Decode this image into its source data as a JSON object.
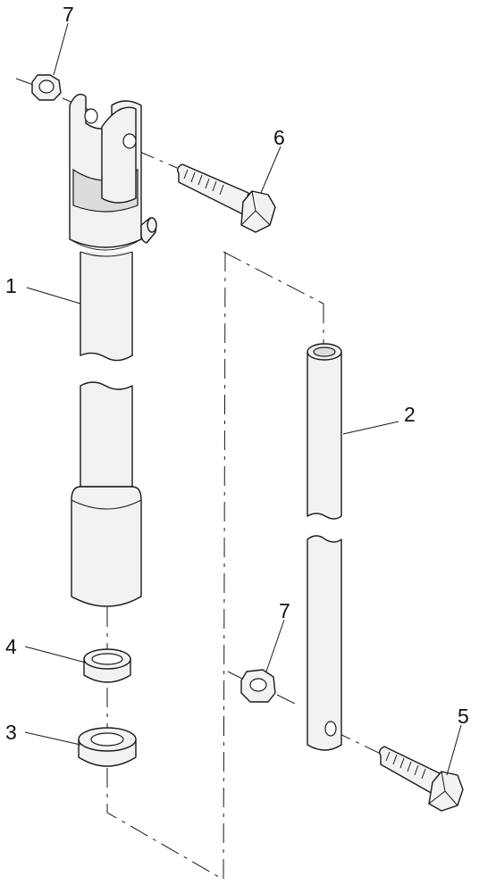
{
  "callouts": {
    "c1": "1",
    "c2": "2",
    "c3": "3",
    "c4": "4",
    "c5": "5",
    "c6": "6",
    "c7_top": "7",
    "c7_mid": "7"
  }
}
